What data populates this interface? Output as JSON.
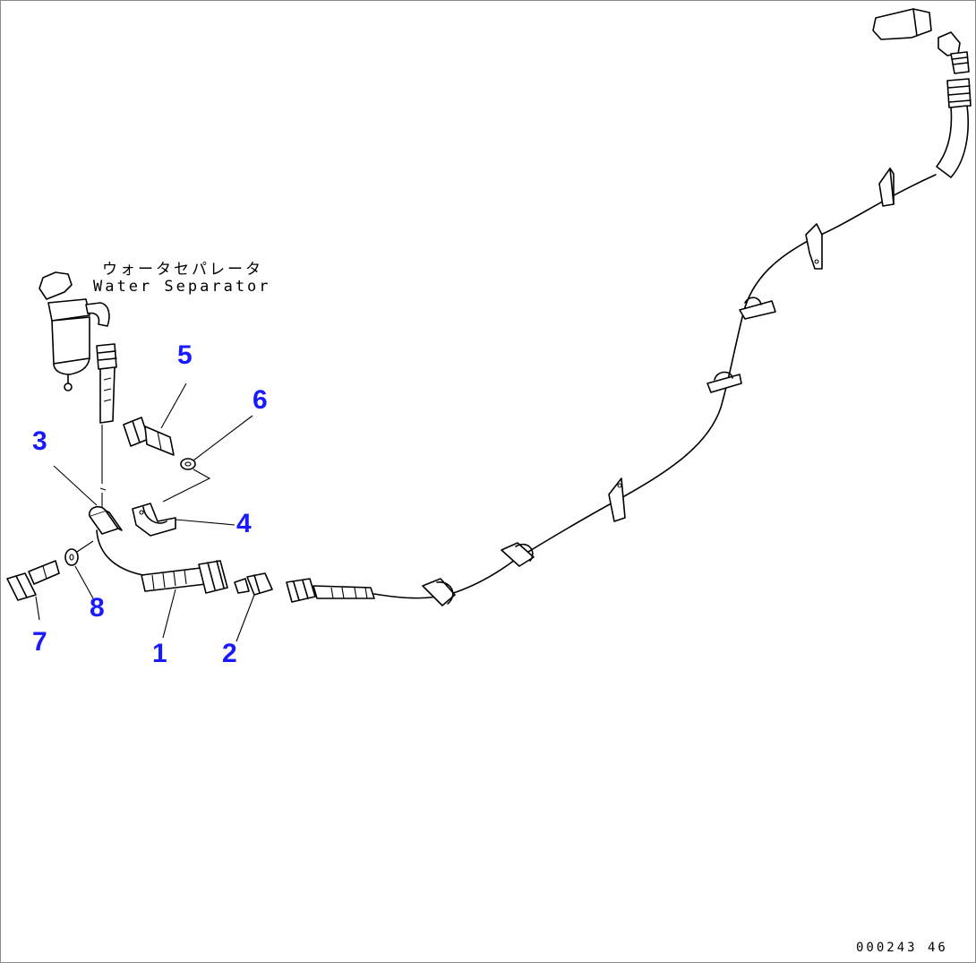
{
  "caption": {
    "japanese": "ウォータセパレータ",
    "english": "Water Separator"
  },
  "part_labels": [
    "1",
    "2",
    "3",
    "4",
    "5",
    "6",
    "7",
    "8"
  ],
  "document_id": "000243 46",
  "colors": {
    "label": "#1a1aff",
    "line": "#000000",
    "background": "#ffffff",
    "frame": "#8a8a8a"
  }
}
